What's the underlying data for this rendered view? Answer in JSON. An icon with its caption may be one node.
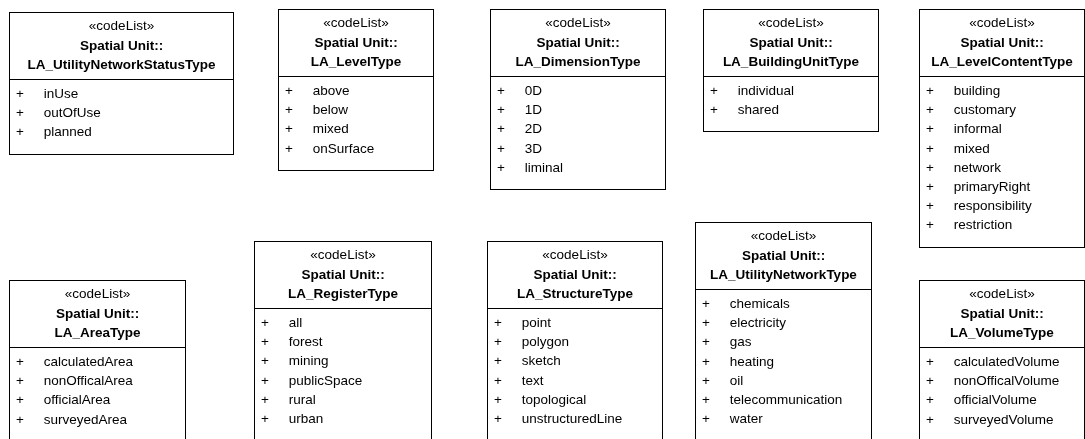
{
  "diagram": {
    "nodes": [
      {
        "text": [
          "«codeList»",
          "Spatial Unit:: LA_UtilityNetworkStatusType",
          "+ inUse",
          "+ outOfUse",
          "+ planned"
        ]
      },
      {
        "text": [
          "«codeList»",
          "Spatial Unit:: LA_LevelType",
          "+ above",
          "+ below",
          "+ mixed",
          "+ onSurface"
        ]
      },
      {
        "text": [
          "«codeList»",
          "Spatial Unit:: LA_DimensionType",
          "+ 0D",
          "+ 1D",
          "+ 2D",
          "+ 3D",
          "+ liminal"
        ]
      },
      {
        "text": [
          "«codeList»",
          "Spatial Unit:: LA_BuildingUnitType",
          "+ individual",
          "+ shared"
        ]
      },
      {
        "text": [
          "«codeList»",
          "Spatial Unit:: LA_LevelContentType",
          "+ building",
          "+ customary",
          "+ informal",
          "+ mixed",
          "+ network",
          "+ primaryRight",
          "+ responsibility",
          "+ restriction"
        ]
      },
      {
        "text": [
          "«codeList»",
          "Spatial Unit:: LA_AreaType",
          "+ calculatedArea",
          "+ nonOfficalArea",
          "+ officialArea",
          "+ surveyedArea"
        ]
      },
      {
        "text": [
          "«codeList»",
          "Spatial Unit:: LA_RegisterType",
          "+ all",
          "+ forest",
          "+ mining",
          "+ publicSpace",
          "+ rural",
          "+ urban"
        ]
      },
      {
        "text": [
          "«codeList»",
          "Spatial Unit:: LA_StructureType",
          "+ point",
          "+ polygon",
          "+ sketch",
          "+ text",
          "+ topological",
          "+ unstructuredLine"
        ]
      },
      {
        "text": [
          "«codeList»",
          "Spatial Unit:: LA_UtilityNetworkType",
          "+ chemicals",
          "+ electricity",
          "+ gas",
          "+ heating",
          "+ oil",
          "+ telecommunication",
          "+ water"
        ]
      },
      {
        "text": [
          "«codeList»",
          "Spatial Unit:: LA_VolumeType",
          "+ calculatedVolume",
          "+ nonOfficalVolume",
          "+ officialVolume",
          "+ surveyedVolume"
        ]
      }
    ]
  }
}
